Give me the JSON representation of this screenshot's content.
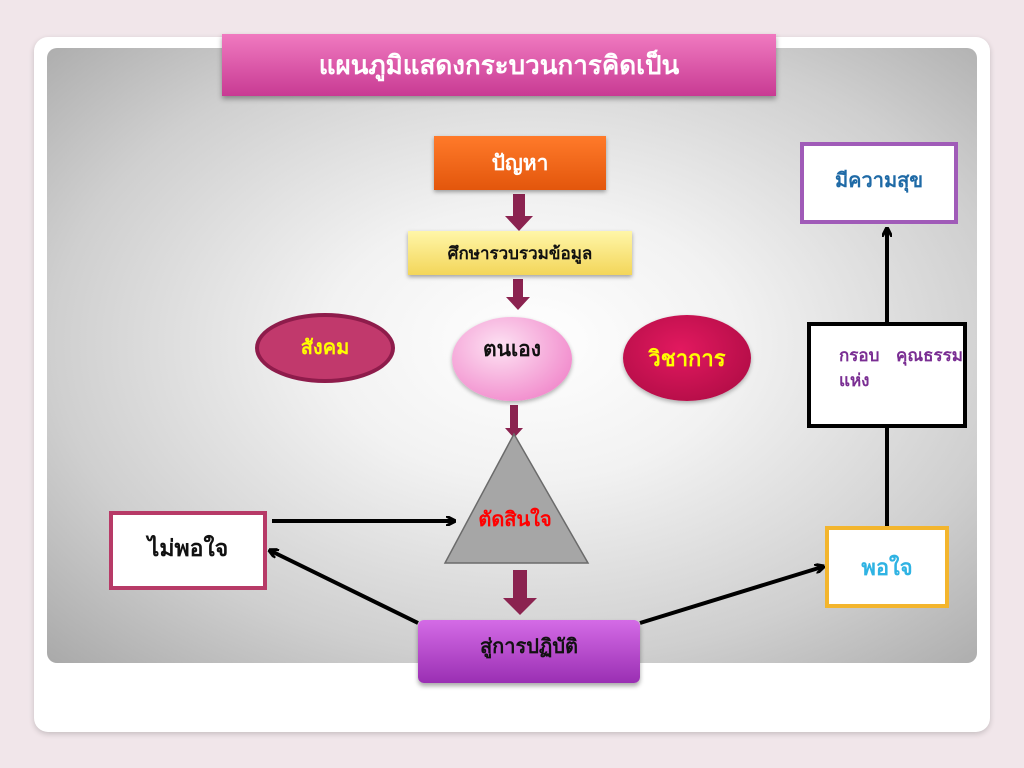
{
  "title": "แผนภูมิแสดงกระบวนการคิดเป็น",
  "nodes": {
    "problem": "ปัญหา",
    "study": "ศึกษารวบรวมข้อมูล",
    "self": "ตนเอง",
    "society": "สังคม",
    "academic": "วิชาการ",
    "decide": "ตัดสินใจ",
    "not_satisfied": "ไม่พอใจ",
    "satisfied": "พอใจ",
    "framework_line1": "กรอบแห่ง",
    "framework_line2": "คุณธรรม",
    "happy": "มีความสุข",
    "practice": "สู่การปฏิบัติ"
  },
  "colors": {
    "title_bg": "#d84fa5",
    "problem_bg": "#f26a1b",
    "study_bg": "#f8e57c",
    "self_bg": "#f6a8da",
    "society_bg": "#c1396c",
    "academic_bg": "#c8104f",
    "decide_text": "#ff0000",
    "practice_bg": "#b84bd0",
    "block_arrow": "#8b2350"
  }
}
